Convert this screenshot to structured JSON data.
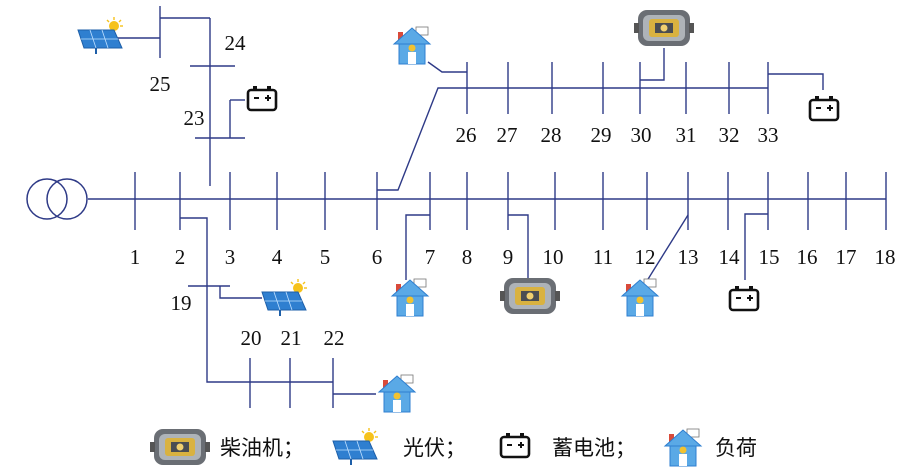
{
  "diagram": {
    "main_bus_labels": [
      "1",
      "2",
      "3",
      "4",
      "5",
      "6",
      "7",
      "8",
      "9",
      "10",
      "11",
      "12",
      "13",
      "14",
      "15",
      "16",
      "17",
      "18"
    ],
    "upper_branch_labels": [
      "26",
      "27",
      "28",
      "29",
      "30",
      "31",
      "32",
      "33"
    ],
    "left_branch_labels": {
      "n23": "23",
      "n24": "24",
      "n25": "25"
    },
    "lower_branch_labels": {
      "n19": "19",
      "n20": "20",
      "n21": "21",
      "n22": "22"
    }
  },
  "legend": {
    "diesel_label": "柴油机；",
    "pv_label": "光伏；",
    "battery_label": "蓄电池；",
    "load_label": "负荷"
  },
  "icons": [
    "transformer-icon",
    "diesel-generator-icon",
    "pv-panel-icon",
    "battery-icon",
    "load-house-icon"
  ],
  "colors": {
    "bus_line": "#2e3a87",
    "pv_blue": "#2f7fd0",
    "house_blue": "#5aa9e6",
    "battery": "#111111"
  }
}
